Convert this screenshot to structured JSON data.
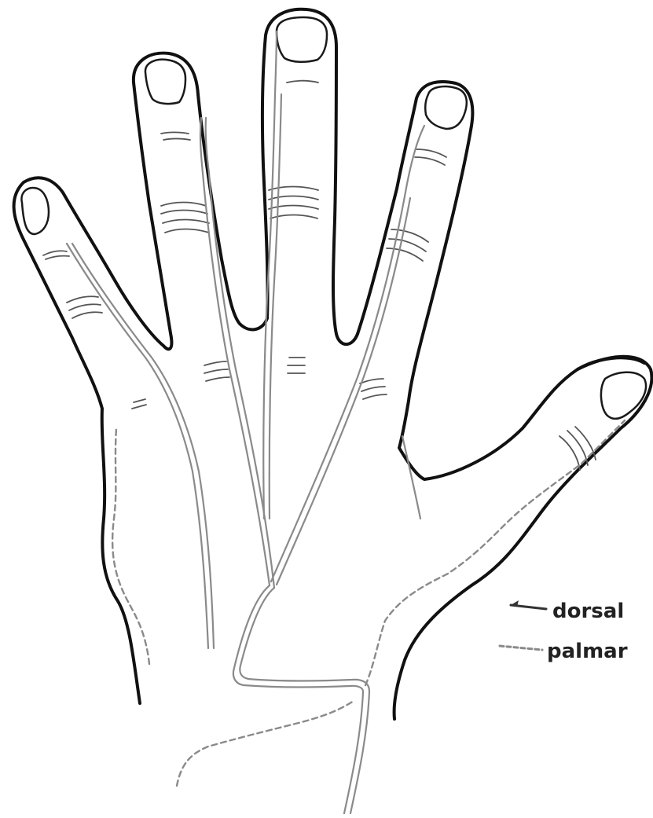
{
  "legend": {
    "dorsal_label": "dorsal",
    "palmar_label": "palmar"
  },
  "colors": {
    "outline": "#111111",
    "nerve": "#8a8a8a",
    "background": "#ffffff"
  },
  "icons": {
    "dorsal_swatch": "solid-line",
    "palmar_swatch": "dashed-line"
  }
}
